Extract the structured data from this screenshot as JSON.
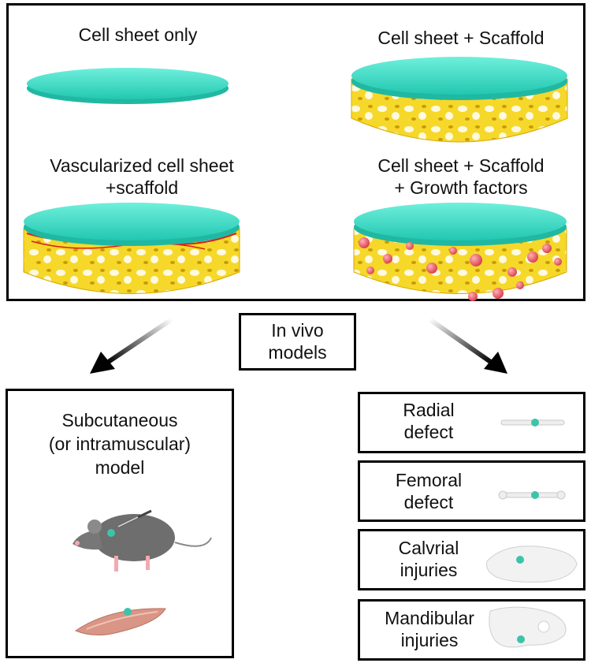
{
  "top_panel": {
    "cell_sheet_only": "Cell sheet only",
    "cell_sheet_scaffold": "Cell sheet + Scaffold",
    "vascularized": [
      "Vascularized cell sheet",
      "+scaffold"
    ],
    "growth_factors": [
      "Cell sheet + Scaffold",
      "+ Growth factors"
    ]
  },
  "center": {
    "in_vivo": [
      "In vivo",
      "models"
    ]
  },
  "left_panel": {
    "title": [
      "Subcutaneous",
      "(or intramuscular)",
      "model"
    ]
  },
  "right_panel": {
    "radial": [
      "Radial",
      "defect"
    ],
    "femoral": [
      "Femoral",
      "defect"
    ],
    "calvarial": [
      "Calvrial",
      "injuries"
    ],
    "mandibular": [
      "Mandibular",
      "injuries"
    ]
  },
  "colors": {
    "cell_sheet": "#3ee0c8",
    "scaffold": "#f2d21a",
    "growth_factor": "#e8545f",
    "vessel": "#d81e1e",
    "marker": "#3cc4a8",
    "bone": "#eeeeee",
    "mouse": "#707070",
    "muscle": "#d99585"
  }
}
